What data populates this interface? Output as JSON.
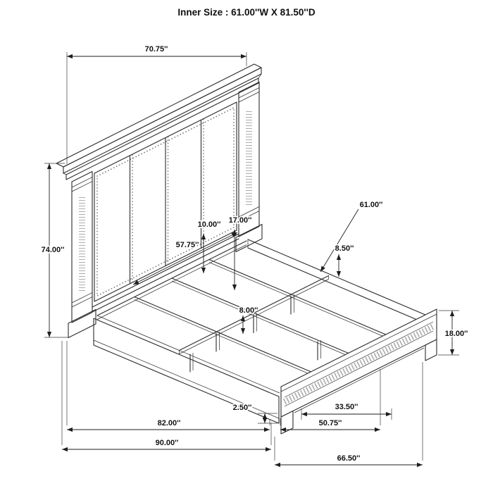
{
  "title": "Inner Size : 61.00''W X 81.50''D",
  "dims": {
    "headboard_width": "70.75''",
    "overall_height": "74.00''",
    "panel_offset": "10.00''",
    "panel_height": "17.00''",
    "panel_width": "57.75''",
    "inner_width": "61.00''",
    "rail_offset": "8.50''",
    "leg_height": "8.00''",
    "footboard_height": "18.00''",
    "foot_inset": "2.50''",
    "foot_spacing": "33.50''",
    "rail_length": "82.00''",
    "footboard_inner_width": "50.75''",
    "overall_length": "90.00''",
    "footboard_width": "66.50''"
  }
}
